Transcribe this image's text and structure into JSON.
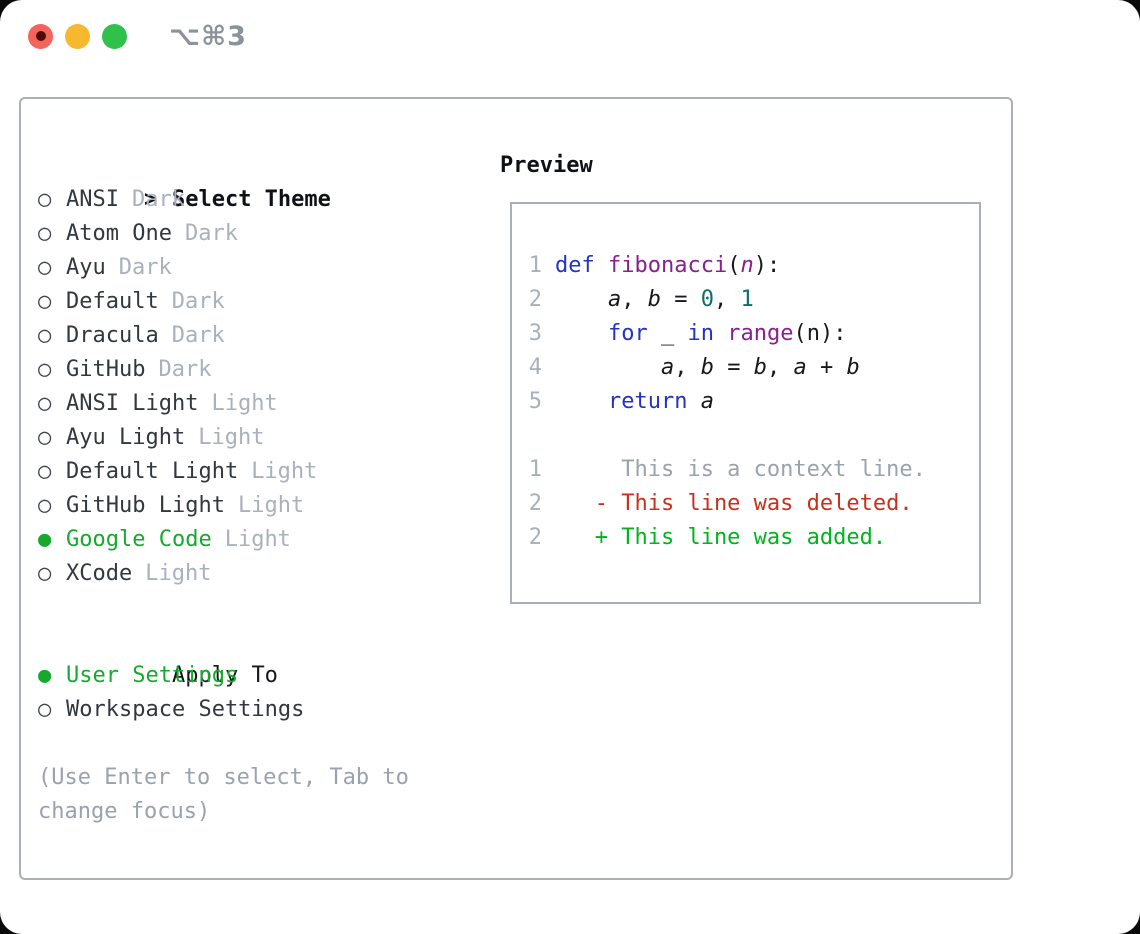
{
  "window": {
    "title": "⌥⌘3",
    "traffic_lights": [
      "close",
      "minimize",
      "zoom"
    ]
  },
  "markers": {
    "selected": "●",
    "unselected": "○",
    "cursor": ">"
  },
  "colors": {
    "accent_green": "#17a82e",
    "keyword_blue": "#2433c0",
    "type_purple": "#8a1f8f",
    "literal_teal": "#0b6e6e",
    "diff_deleted_red": "#c9301c",
    "diff_added_green": "#00b41e",
    "muted_gray": "#9aa2af",
    "border_gray": "#a9b0ba",
    "traffic_red": "#f4645a",
    "traffic_yellow": "#f5b82e",
    "traffic_green": "#2fc149"
  },
  "theme_panel": {
    "header": {
      "cursor": ">",
      "label": "Select Theme"
    },
    "themes": [
      {
        "name": "ANSI",
        "variant": "Dark",
        "selected": false
      },
      {
        "name": "Atom One",
        "variant": "Dark",
        "selected": false
      },
      {
        "name": "Ayu",
        "variant": "Dark",
        "selected": false
      },
      {
        "name": "Default",
        "variant": "Dark",
        "selected": false
      },
      {
        "name": "Dracula",
        "variant": "Dark",
        "selected": false
      },
      {
        "name": "GitHub",
        "variant": "Dark",
        "selected": false
      },
      {
        "name": "ANSI Light",
        "variant": "Light",
        "selected": false
      },
      {
        "name": "Ayu Light",
        "variant": "Light",
        "selected": false
      },
      {
        "name": "Default Light",
        "variant": "Light",
        "selected": false
      },
      {
        "name": "GitHub Light",
        "variant": "Light",
        "selected": false
      },
      {
        "name": "Google Code",
        "variant": "Light",
        "selected": true
      },
      {
        "name": "XCode",
        "variant": "Light",
        "selected": false
      }
    ],
    "apply_to": {
      "label": "Apply To",
      "options": [
        {
          "name": "User Settings",
          "selected": true
        },
        {
          "name": "Workspace Settings",
          "selected": false
        }
      ]
    },
    "help": [
      "(Use Enter to select, Tab to",
      "change focus)"
    ]
  },
  "preview": {
    "label": "Preview",
    "code_lines": [
      {
        "num": "1",
        "tokens": [
          [
            "def",
            "k"
          ],
          [
            " ",
            "p"
          ],
          [
            "fibonacci",
            "t"
          ],
          [
            "(",
            "p"
          ],
          [
            "n",
            "tv"
          ],
          [
            "):",
            "p"
          ]
        ]
      },
      {
        "num": "2",
        "tokens": [
          [
            "    ",
            "p"
          ],
          [
            "a",
            "v"
          ],
          [
            ", ",
            "p"
          ],
          [
            "b",
            "v"
          ],
          [
            " = ",
            "p"
          ],
          [
            "0",
            "l"
          ],
          [
            ", ",
            "p"
          ],
          [
            "1",
            "l"
          ]
        ]
      },
      {
        "num": "3",
        "tokens": [
          [
            "    ",
            "p"
          ],
          [
            "for",
            "k"
          ],
          [
            " _ ",
            "p"
          ],
          [
            "in",
            "k"
          ],
          [
            " ",
            "p"
          ],
          [
            "range",
            "t"
          ],
          [
            "(n):",
            "p"
          ]
        ]
      },
      {
        "num": "4",
        "tokens": [
          [
            "        ",
            "p"
          ],
          [
            "a",
            "v"
          ],
          [
            ", ",
            "p"
          ],
          [
            "b",
            "v"
          ],
          [
            " = ",
            "p"
          ],
          [
            "b",
            "v"
          ],
          [
            ", ",
            "p"
          ],
          [
            "a",
            "v"
          ],
          [
            " + ",
            "p"
          ],
          [
            "b",
            "v"
          ]
        ]
      },
      {
        "num": "5",
        "tokens": [
          [
            "    ",
            "p"
          ],
          [
            "return",
            "k"
          ],
          [
            " ",
            "p"
          ],
          [
            "a",
            "v"
          ]
        ]
      },
      {
        "num": "",
        "tokens": []
      },
      {
        "num": "1",
        "tokens": [
          [
            "     This is a context line.",
            "ctx"
          ]
        ]
      },
      {
        "num": "2",
        "tokens": [
          [
            "   - This line was deleted.",
            "del"
          ]
        ]
      },
      {
        "num": "2",
        "tokens": [
          [
            "   + This line was added.",
            "add"
          ]
        ]
      }
    ]
  }
}
